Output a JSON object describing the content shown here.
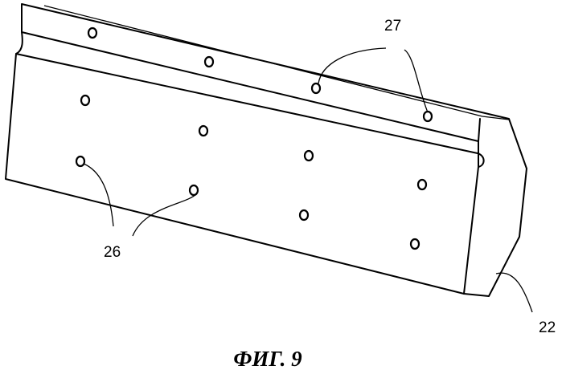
{
  "labels": {
    "ref_27": "27",
    "ref_26": "26",
    "ref_22": "22"
  },
  "caption": "ФИГ. 9"
}
